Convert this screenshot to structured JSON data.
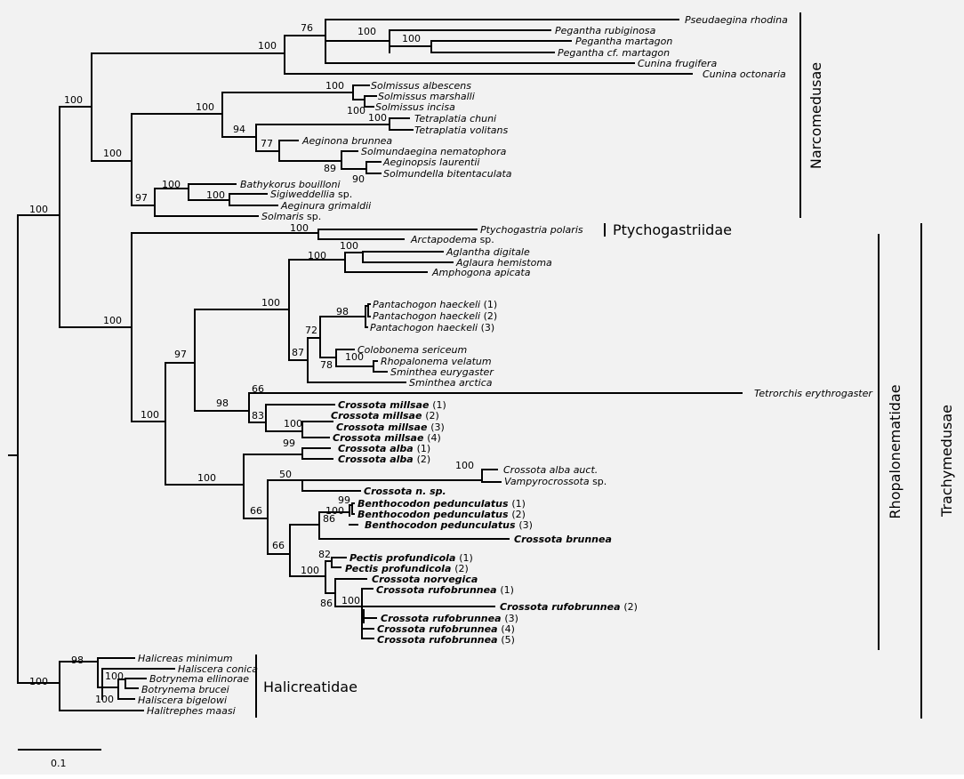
{
  "scale_bar": {
    "label": "0.1"
  },
  "support": {
    "root_upper": "100",
    "nar_trachy": "100",
    "narco": "100",
    "pse_peg_cun": "100",
    "pse_peg": "76",
    "peg": "100",
    "peg_martagon": "100",
    "sol_tet_aeg": "100",
    "solmissus": "100",
    "sol_marsh_inc": "100",
    "tet_aeg": "94",
    "tetraplatia": "100",
    "aeg_group": "77",
    "solmund_group": "89",
    "aeg_sol": "90",
    "bathy_group": "97",
    "bathy_sigi": "100",
    "sigi_aeg": "100",
    "ptycho": "100",
    "rhopal_main": "100",
    "rh_upper": "97",
    "aglantha_group": "100",
    "aglantha_aglaura": "100",
    "panta_colob": "100",
    "panta_group": "72",
    "panta": "98",
    "colob_group": "78",
    "rhopal_smin": "100",
    "colob_smin": "87",
    "tet_millsae": "66",
    "millsae_all": "98",
    "millsae_sub": "83",
    "millsae_34": "100",
    "crossota_clade": "100",
    "alba": "99",
    "alba_bentho": "66",
    "alba_auct": "50",
    "vampy": "100",
    "bentho_group": "66",
    "bentho_sub": "86",
    "bentho_pair": "100",
    "bentho_tri": "99",
    "pectis_group": "100",
    "pectis": "82",
    "rufo_group": "86",
    "rufo": "100",
    "halicreas_all": "100",
    "halicreas": "98",
    "botrynema": "100",
    "haliscera": "100"
  },
  "taxa": {
    "pseudaegina_rhodina": "Pseudaegina rhodina",
    "pegantha_rubiginosa": "Pegantha rubiginosa",
    "pegantha_martagon": "Pegantha martagon",
    "pegantha_cf_martagon": "Pegantha cf. martagon",
    "cunina_frugifera": "Cunina frugifera",
    "cunina_octonaria": "Cunina octonaria",
    "solmissus_albescens": "Solmissus albescens",
    "solmissus_marshalli": "Solmissus marshalli",
    "solmissus_incisa": "Solmissus incisa",
    "tetraplatia_chuni": "Tetraplatia chuni",
    "tetraplatia_volitans": "Tetraplatia volitans",
    "aeginona_brunnea": "Aeginona brunnea",
    "solmundaegina_nematophora": "Solmundaegina nematophora",
    "aeginopsis_laurentii": "Aeginopsis laurentii",
    "solmundella_bitentaculata": "Solmundella bitentaculata",
    "bathykorus_bouilloni": "Bathykorus bouilloni",
    "sigiweddellia": "Sigiweddellia",
    "sigiweddellia_sp": "sp.",
    "aeginura_grimaldii": "Aeginura grimaldii",
    "solmaris": "Solmaris",
    "solmaris_sp": "sp.",
    "ptychogastria_polaris": "Ptychogastria polaris",
    "arctapodema": "Arctapodema",
    "arctapodema_sp": "sp.",
    "aglantha_digitale": "Aglantha digitale",
    "aglaura_hemistoma": "Aglaura hemistoma",
    "amphogona_apicata": "Amphogona apicata",
    "pantachogon_1": "Pantachogon haeckeli",
    "pantachogon_1_n": "(1)",
    "pantachogon_2": "Pantachogon haeckeli",
    "pantachogon_2_n": "(2)",
    "pantachogon_3": "Pantachogon haeckeli",
    "pantachogon_3_n": "(3)",
    "colobonema_sericeum": "Colobonema sericeum",
    "rhopalonema_velatum": "Rhopalonema velatum",
    "sminthea_eurygaster": "Sminthea eurygaster",
    "sminthea_arctica": "Sminthea arctica",
    "tetrorchis_erythrogaster": "Tetrorchis erythrogaster",
    "millsae_1": "Crossota millsae",
    "millsae_1_n": "(1)",
    "millsae_2": "Crossota millsae",
    "millsae_2_n": "(2)",
    "millsae_3": "Crossota millsae",
    "millsae_3_n": "(3)",
    "millsae_4": "Crossota millsae",
    "millsae_4_n": "(4)",
    "alba_1": "Crossota alba",
    "alba_1_n": "(1)",
    "alba_2": "Crossota alba",
    "alba_2_n": "(2)",
    "crossota_alba_auct": "Crossota alba auct.",
    "vampyrocrossota": "Vampyrocrossota",
    "vampyrocrossota_sp": "sp.",
    "crossota_n_sp": "Crossota",
    "crossota_n_sp_tail": "n. sp.",
    "bentho_1": "Benthocodon pedunculatus",
    "bentho_1_n": "(1)",
    "bentho_2": "Benthocodon pedunculatus",
    "bentho_2_n": "(2)",
    "bentho_3": "Benthocodon pedunculatus",
    "bentho_3_n": "(3)",
    "crossota_brunnea": "Crossota brunnea",
    "pectis_1": "Pectis profundicola",
    "pectis_1_n": "(1)",
    "pectis_2": "Pectis profundicola",
    "pectis_2_n": "(2)",
    "crossota_norvegica": "Crossota norvegica",
    "rufo_1": "Crossota rufobrunnea",
    "rufo_1_n": "(1)",
    "rufo_2": "Crossota rufobrunnea",
    "rufo_2_n": "(2)",
    "rufo_3": "Crossota rufobrunnea",
    "rufo_3_n": "(3)",
    "rufo_4": "Crossota rufobrunnea",
    "rufo_4_n": "(4)",
    "rufo_5": "Crossota rufobrunnea",
    "rufo_5_n": "(5)",
    "halicreas_minimum": "Halicreas minimum",
    "haliscera_conica": "Haliscera conica",
    "botrynema_ellinorae": "Botrynema ellinorae",
    "botrynema_brucei": "Botrynema brucei",
    "haliscera_bigelowi": "Haliscera bigelowi",
    "halitrephes_maasi": "Halitrephes maasi"
  },
  "clades": {
    "narcomedusae": "Narcomedusae",
    "ptychogastriidae": "Ptychogastriidae",
    "rhopalonematidae": "Rhopalonematidae",
    "trachymedusae": "Trachymedusae",
    "halicreatidae": "Halicreatidae"
  }
}
